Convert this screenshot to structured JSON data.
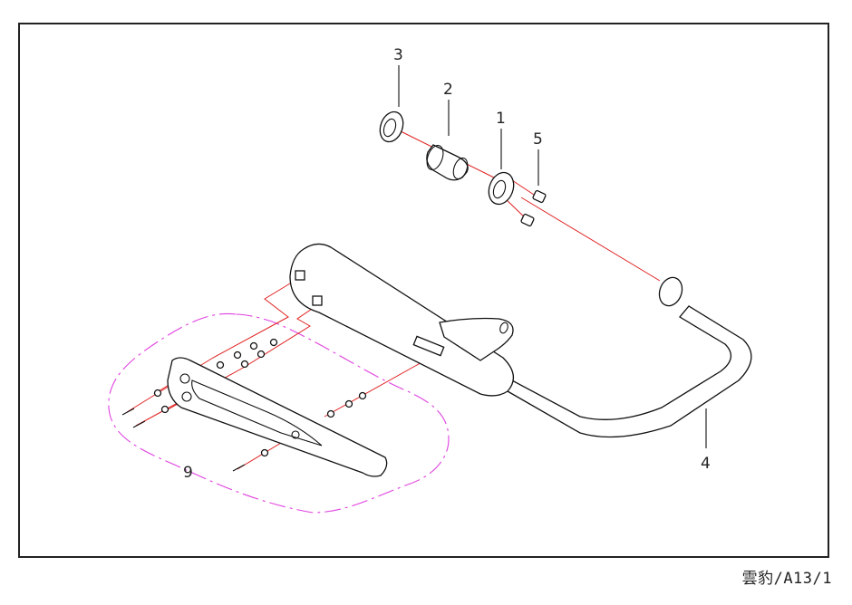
{
  "diagram": {
    "type": "exploded-parts-diagram",
    "subject": "Exhaust muffler assembly",
    "callouts": [
      {
        "id": "callout-1",
        "label": "1",
        "part": "gasket-ring"
      },
      {
        "id": "callout-2",
        "label": "2",
        "part": "sleeve-collar"
      },
      {
        "id": "callout-3",
        "label": "3",
        "part": "gasket"
      },
      {
        "id": "callout-4",
        "label": "4",
        "part": "muffler-exhaust-pipe"
      },
      {
        "id": "callout-5",
        "label": "5",
        "part": "nut"
      },
      {
        "id": "callout-9",
        "label": "9",
        "part": "heat-shield-cover-kit"
      }
    ],
    "colors": {
      "outline": "#111111",
      "assembly_line": "#e02020",
      "kit_boundary": "#e040e0"
    }
  },
  "footer": {
    "reference": "雲豹/A13/1"
  }
}
